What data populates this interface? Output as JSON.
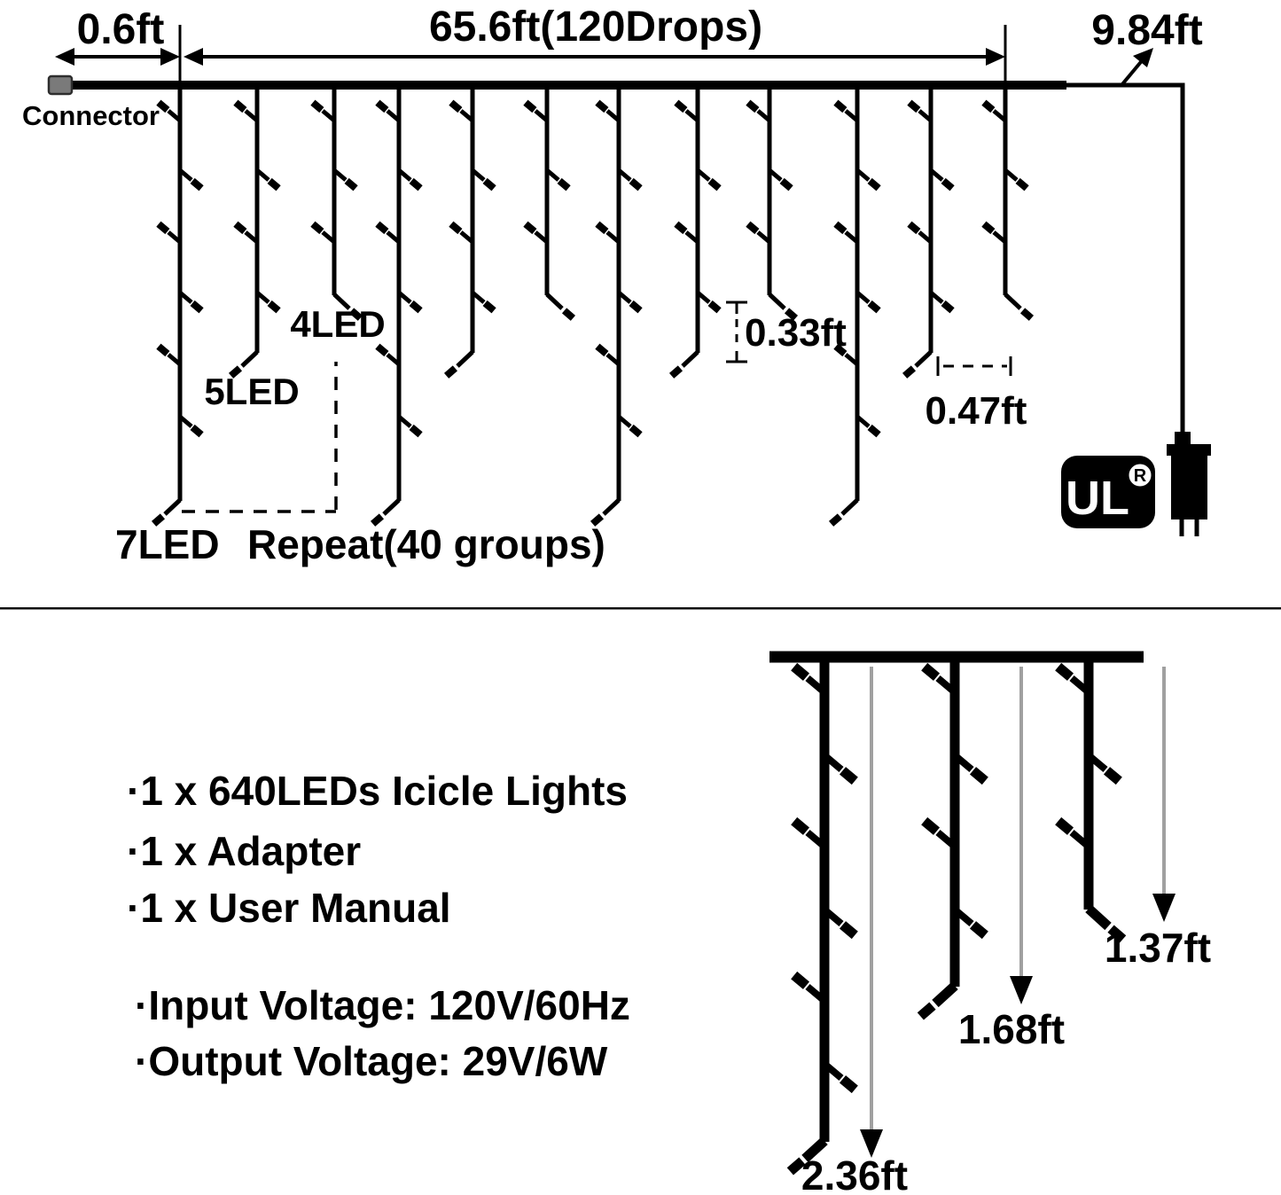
{
  "top": {
    "dim_left": "0.6ft",
    "dim_main": "65.6ft(120Drops)",
    "dim_lead": "9.84ft",
    "connector": "Connector",
    "label_4led": "4LED",
    "label_5led": "5LED",
    "label_7led": "7LED",
    "label_repeat": "Repeat(40 groups)",
    "dim_led_gap": "0.33ft",
    "dim_drop_gap": "0.47ft",
    "ul_mark": "UL",
    "ul_registered": "R"
  },
  "package": {
    "items": [
      "·1 x 640LEDs Icicle Lights",
      "·1 x Adapter",
      "·1 x User Manual"
    ],
    "specs": [
      "·Input Voltage: 120V/60Hz",
      "·Output Voltage: 29V/6W"
    ]
  },
  "bottom": {
    "drop_labels": [
      "2.36ft",
      "1.68ft",
      "1.37ft"
    ]
  },
  "colors": {
    "ink": "#000000",
    "background": "#ffffff",
    "connector_fill": "#7a7a7a",
    "connector_stroke": "#2e2e2e",
    "measure_arrow_gray": "#a0a0a0"
  }
}
